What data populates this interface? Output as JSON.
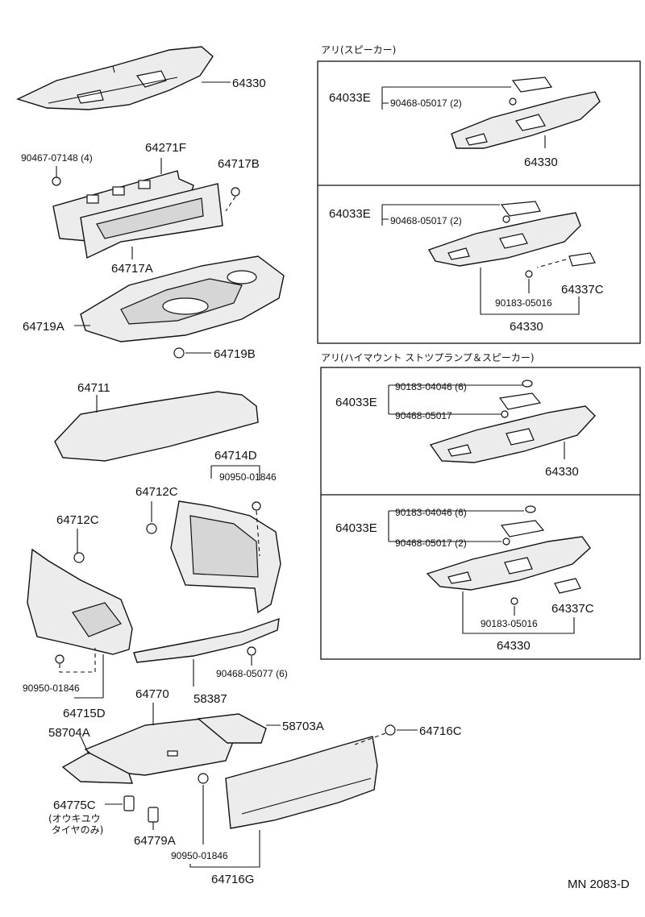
{
  "labels": {
    "p64330_main": "64330",
    "p64271F": "64271F",
    "p90467": "90467-07148 (4)",
    "p64717B": "64717B",
    "p64717A": "64717A",
    "p64719A": "64719A",
    "p64719B": "64719B",
    "p64711": "64711",
    "p64714D": "64714D",
    "p90950_right": "90950-01846",
    "p64712C_right": "64712C",
    "p64712C_left": "64712C",
    "p90950_left": "90950-01846",
    "p64715D": "64715D",
    "p90468_05077": "90468-05077 (6)",
    "p58387": "58387",
    "p64770": "64770",
    "p58704A": "58704A",
    "p58703A": "58703A",
    "p64716C": "64716C",
    "p64775C": "64775C",
    "p64775C_note1": "(オウキユウ",
    "p64775C_note2": "タイヤのみ)",
    "p64779A": "64779A",
    "p90950_bottom": "90950-01846",
    "p64716G": "64716G"
  },
  "variants": {
    "group1_heading": "アリ(スピーカー)",
    "group2_heading": "アリ(ハイマウント ストツプランプ＆スピーカー)",
    "box1": {
      "cover": "64033E",
      "clip": "90468-05017 (2)",
      "shelf": "64330"
    },
    "box2": {
      "cover": "64033E",
      "clip": "90468-05017 (2)",
      "pad": "64337C",
      "screw": "90183-05016",
      "shelf": "64330"
    },
    "box3": {
      "cover": "64033E",
      "screw_a": "90183-04046 (6)",
      "clip": "90468-05017",
      "shelf": "64330"
    },
    "box4": {
      "cover": "64033E",
      "screw_a": "90183-04046 (6)",
      "clip": "90468-05017 (2)",
      "pad": "64337C",
      "screw": "90183-05016",
      "shelf": "64330"
    }
  },
  "footer": {
    "code": "MN 2083-D"
  }
}
